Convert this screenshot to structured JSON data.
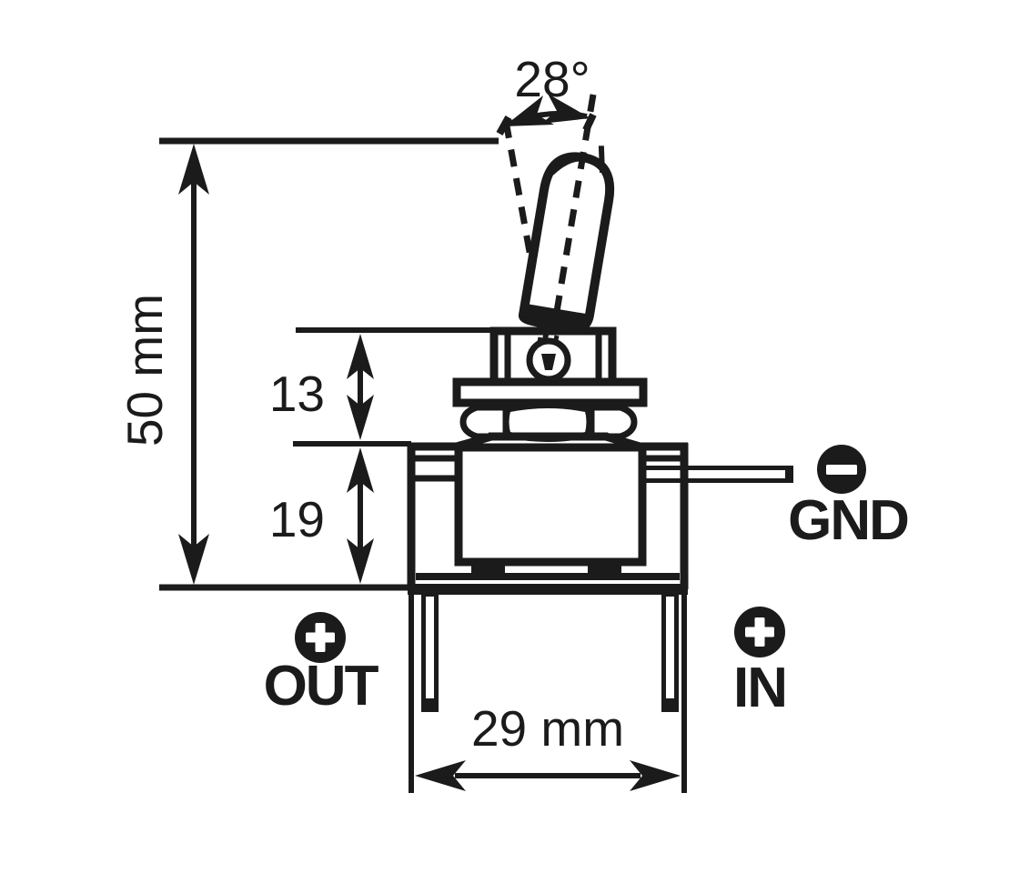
{
  "colors": {
    "ink": "#1b1b1b",
    "background": "#ffffff"
  },
  "diagram": {
    "dimensions": {
      "lever_throw_angle": "28°",
      "total_height": "50 mm",
      "neck_height": "13",
      "body_height": "19",
      "body_width": "29 mm"
    },
    "terminals": [
      {
        "label": "GND",
        "polarity": "minus",
        "icon": "minus-circle-icon"
      },
      {
        "label": "OUT",
        "polarity": "plus",
        "icon": "plus-circle-icon"
      },
      {
        "label": "IN",
        "polarity": "plus",
        "icon": "plus-circle-icon"
      }
    ]
  }
}
